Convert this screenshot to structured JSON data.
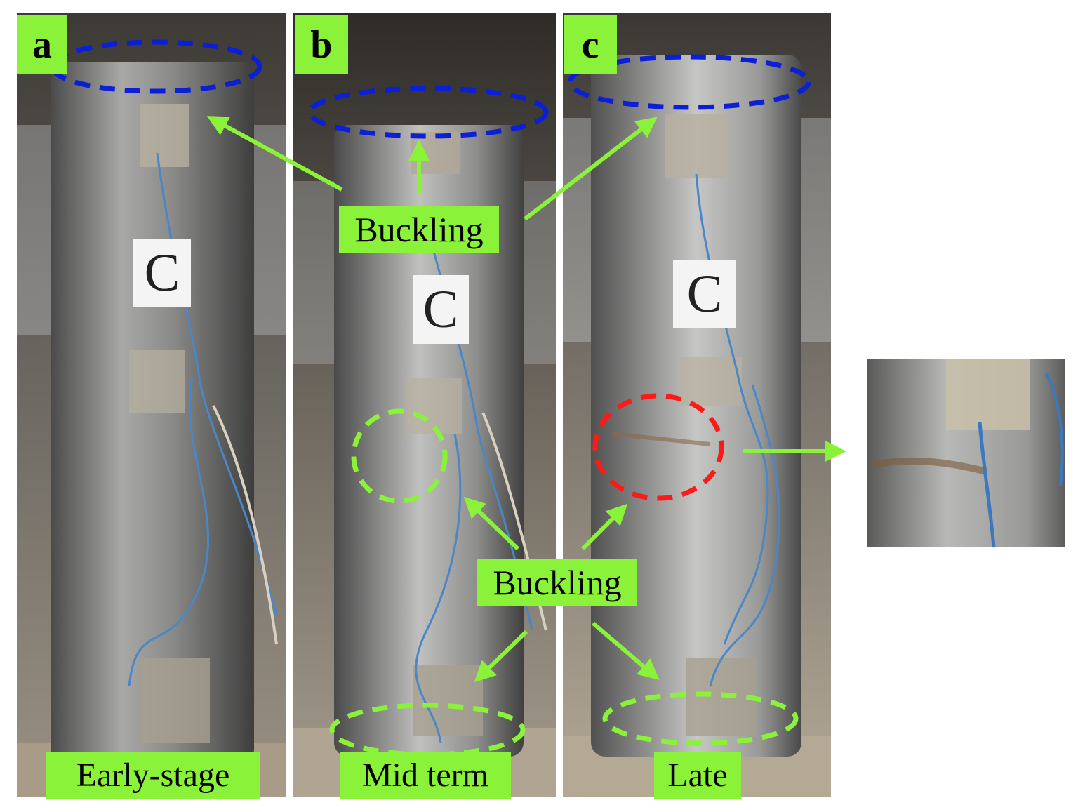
{
  "panels": [
    {
      "tag": "a",
      "stage": "Early-stage",
      "sign": "C"
    },
    {
      "tag": "b",
      "stage": "Mid term",
      "sign": "C"
    },
    {
      "tag": "c",
      "stage": "Late",
      "sign": "C"
    }
  ],
  "annotations": {
    "buckling_top": "Buckling",
    "buckling_bottom": "Buckling"
  },
  "colors": {
    "label_bg": "#8bf23a",
    "dash_blue": "#0a1fd6",
    "dash_green": "#8bf23a",
    "dash_red": "#ff1a1a",
    "arrow": "#8bf23a"
  }
}
